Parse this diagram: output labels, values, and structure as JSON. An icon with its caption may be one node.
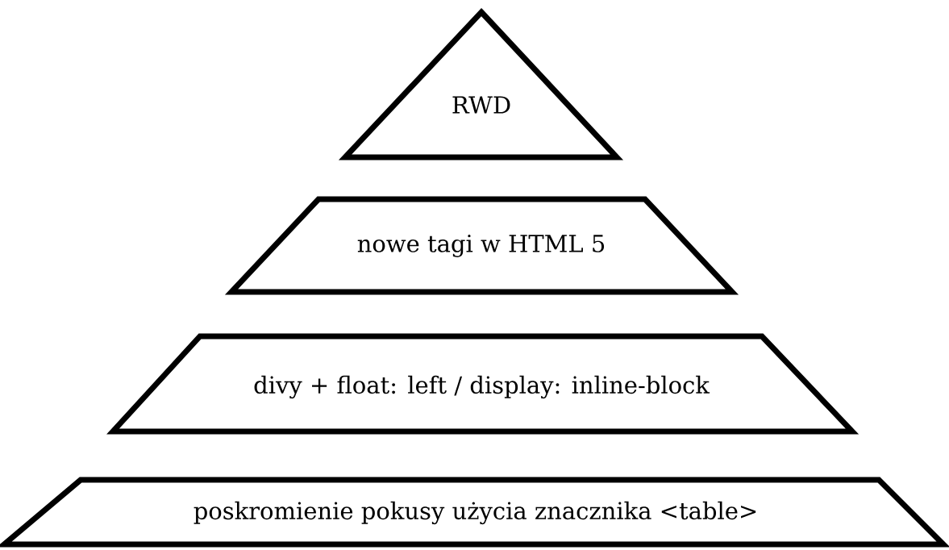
{
  "diagram": {
    "nodes": [
      {
        "text": [
          "RWD"
        ]
      },
      {
        "text": [
          "nowe tagi w HTML 5"
        ]
      },
      {
        "text": [
          "divy + float: left / display: inline-block"
        ]
      },
      {
        "text": [
          "poskromienie pokusy użycia znacznika <table>"
        ]
      }
    ]
  }
}
